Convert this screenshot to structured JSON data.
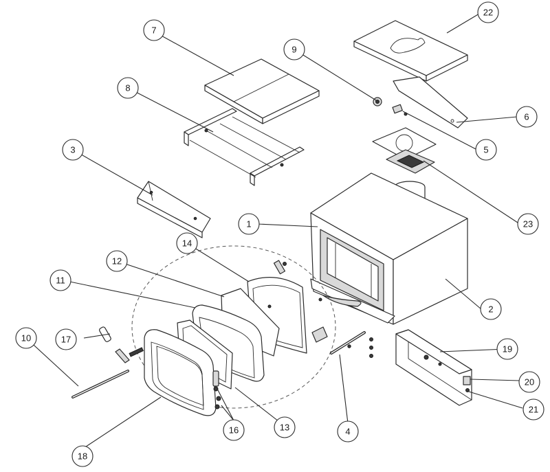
{
  "callouts": [
    {
      "id": "c1",
      "label": "1"
    },
    {
      "id": "c2",
      "label": "2"
    },
    {
      "id": "c3",
      "label": "3"
    },
    {
      "id": "c4",
      "label": "4"
    },
    {
      "id": "c5",
      "label": "5"
    },
    {
      "id": "c6",
      "label": "6"
    },
    {
      "id": "c7",
      "label": "7"
    },
    {
      "id": "c8",
      "label": "8"
    },
    {
      "id": "c9",
      "label": "9"
    },
    {
      "id": "c10",
      "label": "10"
    },
    {
      "id": "c11",
      "label": "11"
    },
    {
      "id": "c12",
      "label": "12"
    },
    {
      "id": "c13",
      "label": "13"
    },
    {
      "id": "c14",
      "label": "14"
    },
    {
      "id": "c16",
      "label": "16"
    },
    {
      "id": "c17",
      "label": "17"
    },
    {
      "id": "c18",
      "label": "18"
    },
    {
      "id": "c19",
      "label": "19"
    },
    {
      "id": "c20",
      "label": "20"
    },
    {
      "id": "c21",
      "label": "21"
    },
    {
      "id": "c22",
      "label": "22"
    },
    {
      "id": "c23",
      "label": "23"
    }
  ]
}
